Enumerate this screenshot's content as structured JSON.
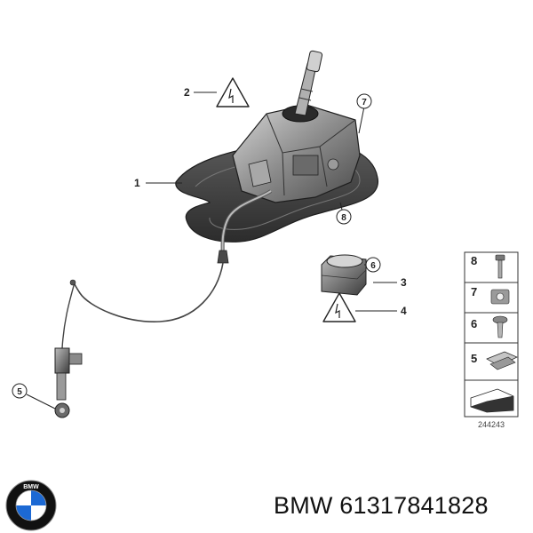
{
  "callouts": [
    {
      "id": "1",
      "label": "1"
    },
    {
      "id": "2",
      "label": "2"
    },
    {
      "id": "3",
      "label": "3"
    },
    {
      "id": "4",
      "label": "4"
    },
    {
      "id": "5",
      "label": "5"
    },
    {
      "id": "6",
      "label": "6"
    },
    {
      "id": "7",
      "label": "7"
    },
    {
      "id": "8",
      "label": "8"
    }
  ],
  "legend": {
    "items": [
      {
        "label": "8",
        "icon": "bolt-icon"
      },
      {
        "label": "7",
        "icon": "clip-nut-icon"
      },
      {
        "label": "6",
        "icon": "screw-icon"
      },
      {
        "label": "5",
        "icon": "spring-clip-icon"
      },
      {
        "label": "",
        "icon": "pad-icon"
      }
    ],
    "doc_number": "244243"
  },
  "footer": {
    "brand_logo_text": "BMW",
    "part_number": "BMW 61317841828"
  },
  "colors": {
    "line": "#222222",
    "housing_dark": "#3b3b3b",
    "housing_mid": "#8a8a8a",
    "housing_light": "#c9c9c9",
    "bmw_blue": "#1c69d4"
  }
}
